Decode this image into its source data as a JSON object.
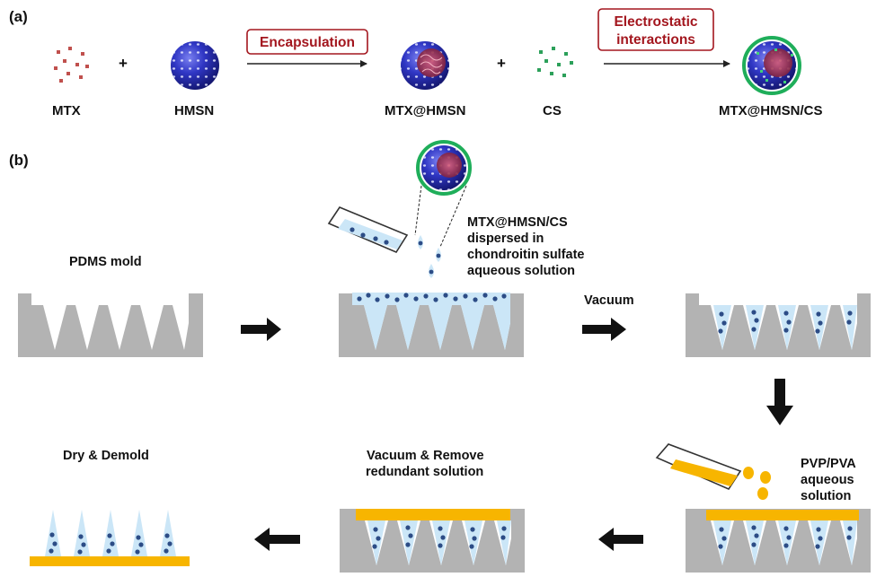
{
  "panel_a": {
    "label": "(a)",
    "items": {
      "mtx": "MTX",
      "hmsn": "HMSN",
      "mtx_hmsn": "MTX@HMSN",
      "cs": "CS",
      "mtx_hmsn_cs": "MTX@HMSN/CS"
    },
    "plus": "+",
    "step1": "Encapsulation",
    "step2_line1": "Electrostatic",
    "step2_line2": "interactions"
  },
  "panel_b": {
    "label": "(b)",
    "pdms_mold": "PDMS mold",
    "dispersion_line1": "MTX@HMSN/CS",
    "dispersion_line2": "dispersed in",
    "dispersion_line3": "chondroitin sulfate",
    "dispersion_line4": "aqueous solution",
    "vacuum": "Vacuum",
    "backing_line1": "PVP/PVA",
    "backing_line2": "aqueous",
    "backing_line3": "solution",
    "remove_line1": "Vacuum & Remove",
    "remove_line2": "redundant solution",
    "demold": "Dry & Demold"
  },
  "colors": {
    "mold_gray": "#b3b3b3",
    "solution_blue": "#cbe6f7",
    "particle_blue": "#2c4c86",
    "sphere_blue": "#2a2fb0",
    "mtx_red": "#c0504d",
    "cs_green": "#2ca05a",
    "backing_yellow": "#f7b500",
    "label_red": "#a3161e"
  }
}
